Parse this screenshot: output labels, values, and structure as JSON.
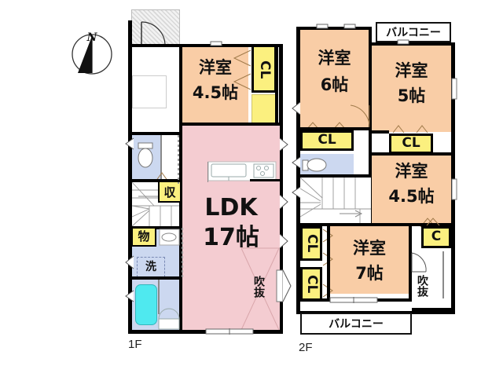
{
  "document": {
    "type": "japanese-floor-plan",
    "floors": [
      "1F",
      "2F"
    ]
  },
  "compass": {
    "north_label": "N",
    "name": "compass-rose"
  },
  "colors": {
    "room_peach": "#f9cda6",
    "ldk_pink": "#f4ccd1",
    "closet_yellow": "#fbf07f",
    "water_blue": "#ccd8f0",
    "bathtub_cyan": "#4fe9ef",
    "wall_black": "#000000",
    "background_white": "#ffffff"
  },
  "floor1": {
    "label": "1F",
    "rooms": [
      {
        "name": "洋室",
        "size": "4.5帖",
        "type": "western-room"
      },
      {
        "name": "LDK",
        "size": "17帖",
        "type": "living-dining-kitchen"
      }
    ],
    "closets": [
      {
        "label": "CL",
        "type": "closet"
      },
      {
        "label": "収",
        "type": "storage"
      },
      {
        "label": "物",
        "type": "storage"
      }
    ],
    "fixtures": [
      {
        "label": "洗",
        "type": "washing-machine"
      },
      {
        "label": "吹抜",
        "type": "void-atrium"
      }
    ],
    "features": [
      "entrance-porch",
      "toilet",
      "stairs",
      "bathroom",
      "kitchen-counter",
      "washbasin"
    ]
  },
  "floor2": {
    "label": "2F",
    "rooms": [
      {
        "name": "洋室",
        "size": "6帖",
        "type": "western-room"
      },
      {
        "name": "洋室",
        "size": "5帖",
        "type": "western-room"
      },
      {
        "name": "洋室",
        "size": "4.5帖",
        "type": "western-room"
      },
      {
        "name": "洋室",
        "size": "7帖",
        "type": "western-room"
      }
    ],
    "closets": [
      {
        "label": "CL",
        "type": "closet"
      },
      {
        "label": "CL",
        "type": "closet"
      },
      {
        "label": "CL",
        "type": "closet"
      },
      {
        "label": "CL",
        "type": "closet"
      },
      {
        "label": "C",
        "type": "closet"
      }
    ],
    "balconies": [
      {
        "label": "バルコニー",
        "position": "top"
      },
      {
        "label": "バルコニー",
        "position": "bottom"
      }
    ],
    "voids": [
      {
        "label": "吹抜",
        "type": "void-atrium"
      }
    ],
    "features": [
      "toilet",
      "stairs"
    ]
  },
  "text": {
    "room_western": "洋室",
    "ldk": "LDK",
    "size_45": "4.5帖",
    "size_17": "17帖",
    "size_6": "6帖",
    "size_5": "5帖",
    "size_7": "7帖",
    "cl": "CL",
    "c": "C",
    "storage_syu": "収",
    "storage_mono": "物",
    "wash": "洗",
    "void": "吹抜",
    "balcony": "バルコニー",
    "floor1_label": "1F",
    "floor2_label": "2F",
    "north": "N"
  }
}
